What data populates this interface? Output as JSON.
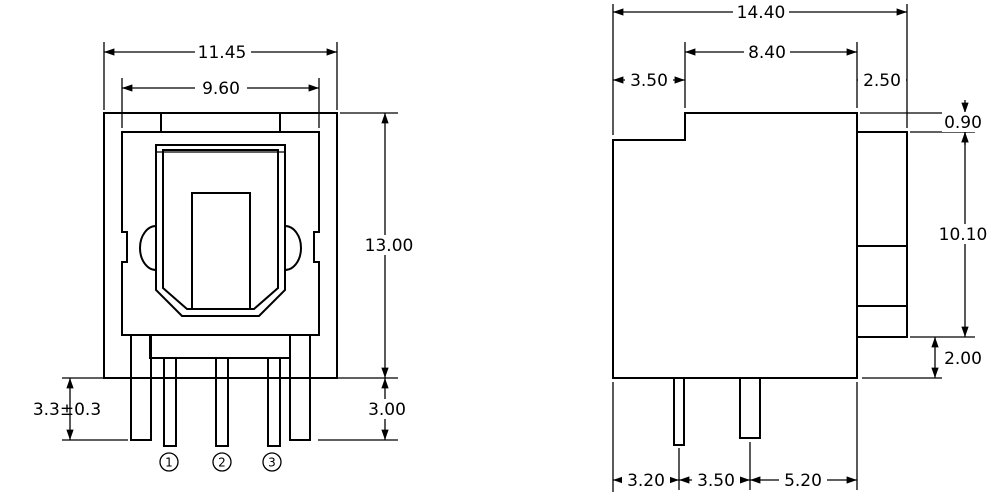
{
  "front_view": {
    "width_outer": "11.45",
    "width_inner": "9.60",
    "height": "13.00",
    "pin_length": "3.00",
    "standoff": "3.3±0.3",
    "pin_labels": [
      "1",
      "2",
      "3"
    ]
  },
  "side_view": {
    "total_width": "14.40",
    "left_offset": "3.50",
    "top_width": "8.40",
    "right_offset": "2.50",
    "top_step": "0.90",
    "port_height": "10.10",
    "bottom_gap": "2.00",
    "pin_pos_1": "3.20",
    "pin_pos_2": "3.50",
    "pin_pos_3": "5.20"
  }
}
